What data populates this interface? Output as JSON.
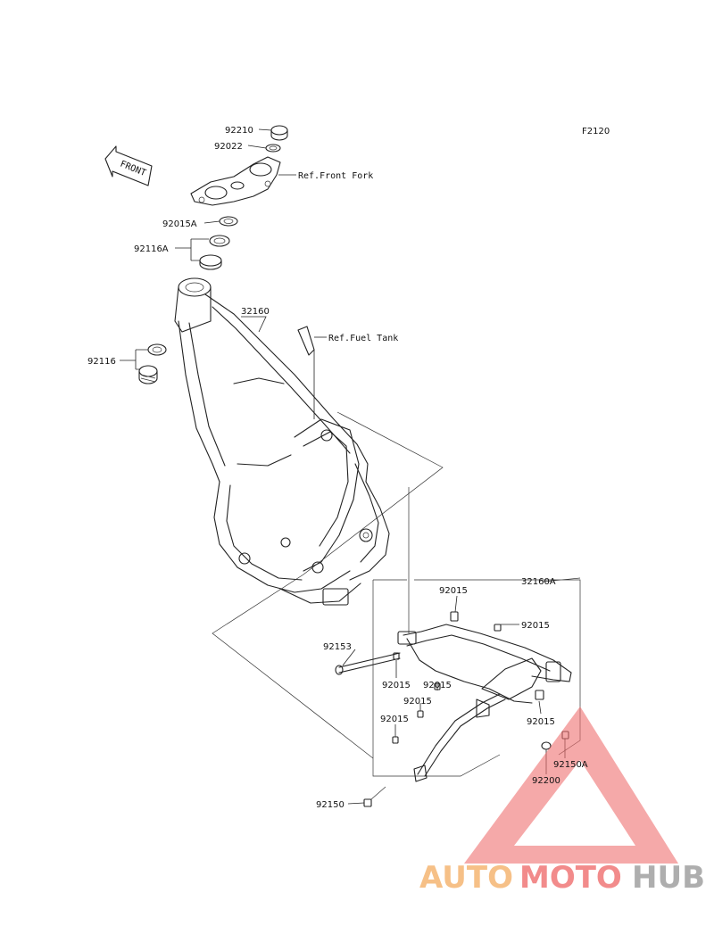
{
  "figure_code": "F2120",
  "front_arrow_label": "FRONT",
  "part_labels": {
    "p92210": "92210",
    "p92022": "92022",
    "p92015A": "92015A",
    "p92116A": "92116A",
    "p32160": "32160",
    "p92116": "92116",
    "p32160A": "32160A",
    "p92015_a": "92015",
    "p92015_b": "92015",
    "p92153": "92153",
    "p92015_c": "92015",
    "p92015_d": "92015",
    "p92015_e": "92015",
    "p92015_f": "92015",
    "p92015_g": "92015",
    "p92150A": "92150A",
    "p92200": "92200",
    "p92150": "92150"
  },
  "references": {
    "front_fork": "Ref.Front Fork",
    "fuel_tank": "Ref.Fuel Tank"
  },
  "watermark": {
    "word_part1": "AUTO",
    "word_part2": "MOTO",
    "word_part3": "HUB",
    "color1": "#f5b16a",
    "color2": "#ef6f6f",
    "color3": "#9a9a9a"
  }
}
